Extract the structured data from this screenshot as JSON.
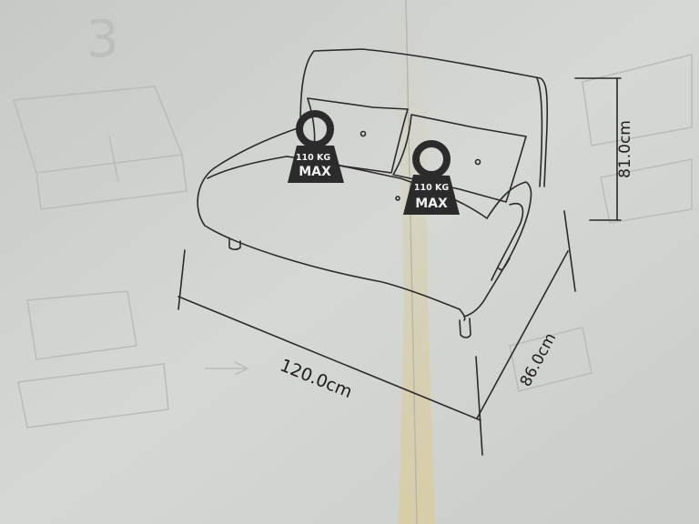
{
  "dimensions": {
    "width": "120.0cm",
    "depth": "86.0cm",
    "height": "81.0cm"
  },
  "weight_badges": [
    {
      "limit": "110 KG",
      "label": "MAX"
    },
    {
      "limit": "110 KG",
      "label": "MAX"
    }
  ],
  "background_step_number": "3",
  "colors": {
    "paper": "#cfd2cf",
    "line": "#2a2a2a",
    "badge": "#2b2b2b",
    "stain": "#d8ccaa"
  },
  "icons": [
    "weight-icon",
    "weight-icon"
  ]
}
